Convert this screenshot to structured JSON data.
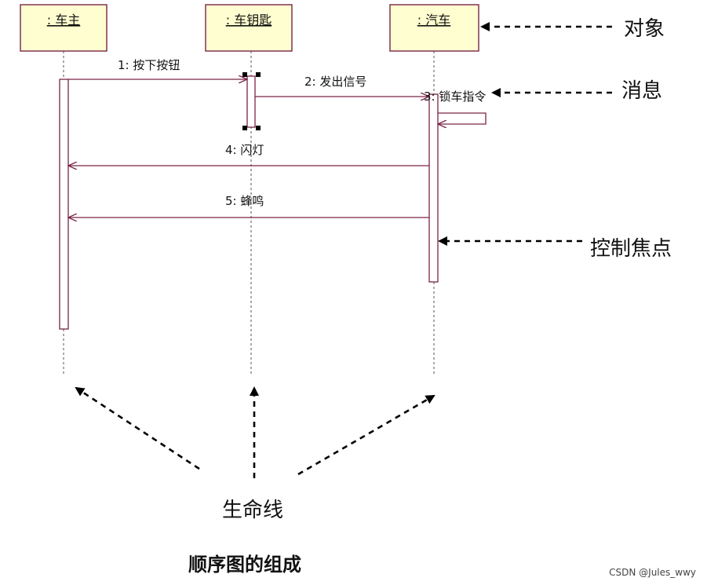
{
  "objects": [
    {
      "id": "owner",
      "label": ": 车主"
    },
    {
      "id": "key",
      "label": ": 车钥匙"
    },
    {
      "id": "car",
      "label": ": 汽车"
    }
  ],
  "messages": [
    {
      "label": "1: 按下按钮",
      "from": "owner",
      "to": "key"
    },
    {
      "label": "2: 发出信号",
      "from": "key",
      "to": "car"
    },
    {
      "label": "3: 锁车指令",
      "from": "car",
      "to": "car"
    },
    {
      "label": "4: 闪灯",
      "from": "car",
      "to": "owner"
    },
    {
      "label": "5: 蜂鸣",
      "from": "car",
      "to": "owner"
    }
  ],
  "annotations": {
    "object": "对象",
    "message": "消息",
    "focus_of_control": "控制焦点",
    "lifeline": "生命线"
  },
  "caption": "顺序图的组成",
  "watermark": "CSDN @Jules_wwy"
}
